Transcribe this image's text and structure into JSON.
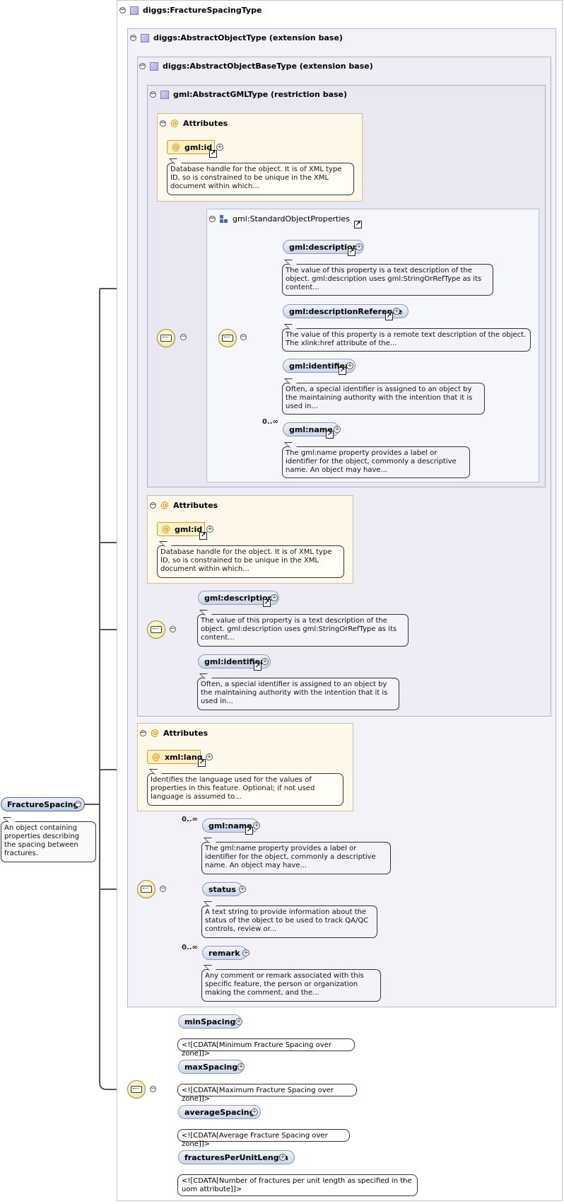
{
  "root": {
    "name": "FractureSpacing",
    "doc": "An object containing properties describing the spacing between fractures."
  },
  "types": {
    "fracture_spacing_type": "diggs:FractureSpacingType",
    "abstract_object_type": "diggs:AbstractObjectType (extension base)",
    "abstract_object_base_type": "diggs:AbstractObjectBaseType (extension base)",
    "abstract_gml_type": "gml:AbstractGMLType (restriction base)"
  },
  "gml_type": {
    "attributes_label": "Attributes",
    "id_attr": "gml:id",
    "id_doc": "Database handle for the object. It is of XML type ID, so is constrained to be unique in the XML document within which...",
    "group_name": "gml:StandardObjectProperties",
    "elements": [
      {
        "name": "gml:description",
        "doc": "The value of this property is a text description of the object. gml:description uses gml:StringOrRefType as its content..."
      },
      {
        "name": "gml:descriptionReference",
        "doc": "The value of this property is a remote text description of the object. The xlink:href attribute of the..."
      },
      {
        "name": "gml:identifier",
        "doc": "Often, a special identifier is assigned to an object by the maintaining authority with the intention that it is used in..."
      },
      {
        "name": "gml:name",
        "occurs": "0..∞",
        "doc": "The gml:name property provides a label or identifier for the object, commonly a descriptive name. An object may have..."
      }
    ]
  },
  "base_type": {
    "attributes_label": "Attributes",
    "id_attr": "gml:id",
    "id_doc": "Database handle for the object. It is of XML type ID, so is constrained to be unique in the XML document within which...",
    "elements": [
      {
        "name": "gml:description",
        "doc": "The value of this property is a text description of the object. gml:description uses gml:StringOrRefType as its content..."
      },
      {
        "name": "gml:identifier",
        "doc": "Often, a special identifier is assigned to an object by the maintaining authority with the intention that it is used in..."
      }
    ]
  },
  "object_type": {
    "attributes_label": "Attributes",
    "lang_attr": "xml:lang",
    "lang_doc": "Identifies the language used for the values of properties in this feature. Optional; if not used language is assumed to...",
    "elements": [
      {
        "name": "gml:name",
        "occurs": "0..∞",
        "doc": "The gml:name property provides a label or identifier for the object, commonly a descriptive name. An object may have..."
      },
      {
        "name": "status",
        "doc": "A text string to provide information about the status of the object to be used to track QA/QC controls, review or..."
      },
      {
        "name": "remark",
        "occurs": "0..∞",
        "doc": "Any comment or remark associated with this specific feature, the person or organization making the comment, and the..."
      }
    ]
  },
  "spacing_elements": [
    {
      "name": "minSpacing",
      "doc": "<![CDATA[Minimum Fracture Spacing over zone]]>"
    },
    {
      "name": "maxSpacing",
      "doc": "<![CDATA[Maximum Fracture Spacing over zone]]>"
    },
    {
      "name": "averageSpacing",
      "doc": "<![CDATA[Average Fracture Spacing over zone]]>"
    },
    {
      "name": "fracturesPerUnitLength",
      "doc": "<![CDATA[Number of fractures per unit length as specified in the uom attribute]]>"
    }
  ],
  "icons": {
    "collapse": "minus-circle-icon",
    "expand": "plus-circle-icon",
    "type": "complex-type-icon",
    "attribute": "at-sign-icon",
    "sequence": "sequence-compositor-icon",
    "reference": "reference-arrow-icon",
    "group": "group-icon"
  },
  "colors": {
    "attribute_fill": "#fdf8ea",
    "element_chip": "#c9d5ea",
    "compositor": "#f3e3a0"
  }
}
